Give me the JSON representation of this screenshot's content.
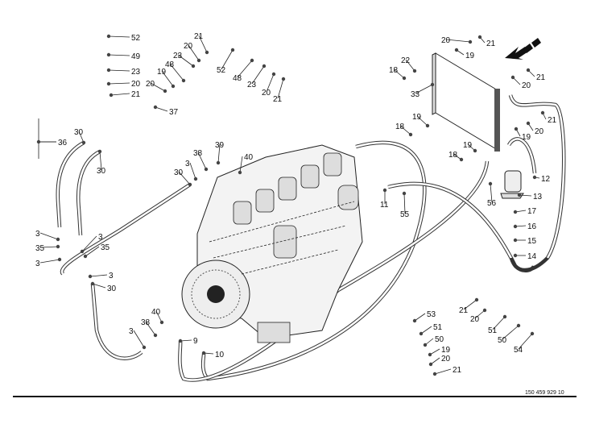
{
  "diagram": {
    "document_number": "150 459 929 10",
    "callouts": [
      "52",
      "49",
      "23",
      "20",
      "21",
      "37",
      "21",
      "20",
      "23",
      "48",
      "19",
      "20",
      "52",
      "48",
      "23",
      "20",
      "21",
      "36",
      "30",
      "30",
      "38",
      "39",
      "3",
      "40",
      "30",
      "3",
      "35",
      "3",
      "3",
      "35",
      "3",
      "30",
      "40",
      "38",
      "3",
      "9",
      "10",
      "20",
      "21",
      "19",
      "22",
      "18",
      "33",
      "21",
      "20",
      "19",
      "18",
      "19",
      "18",
      "21",
      "20",
      "19",
      "12",
      "13",
      "56",
      "11",
      "55",
      "17",
      "16",
      "15",
      "14",
      "53",
      "51",
      "50",
      "19",
      "20",
      "21",
      "21",
      "20",
      "51",
      "50",
      "54"
    ],
    "direction_arrow": "airflow-arrow",
    "colors": {
      "line": "#222222",
      "background": "#ffffff"
    }
  }
}
